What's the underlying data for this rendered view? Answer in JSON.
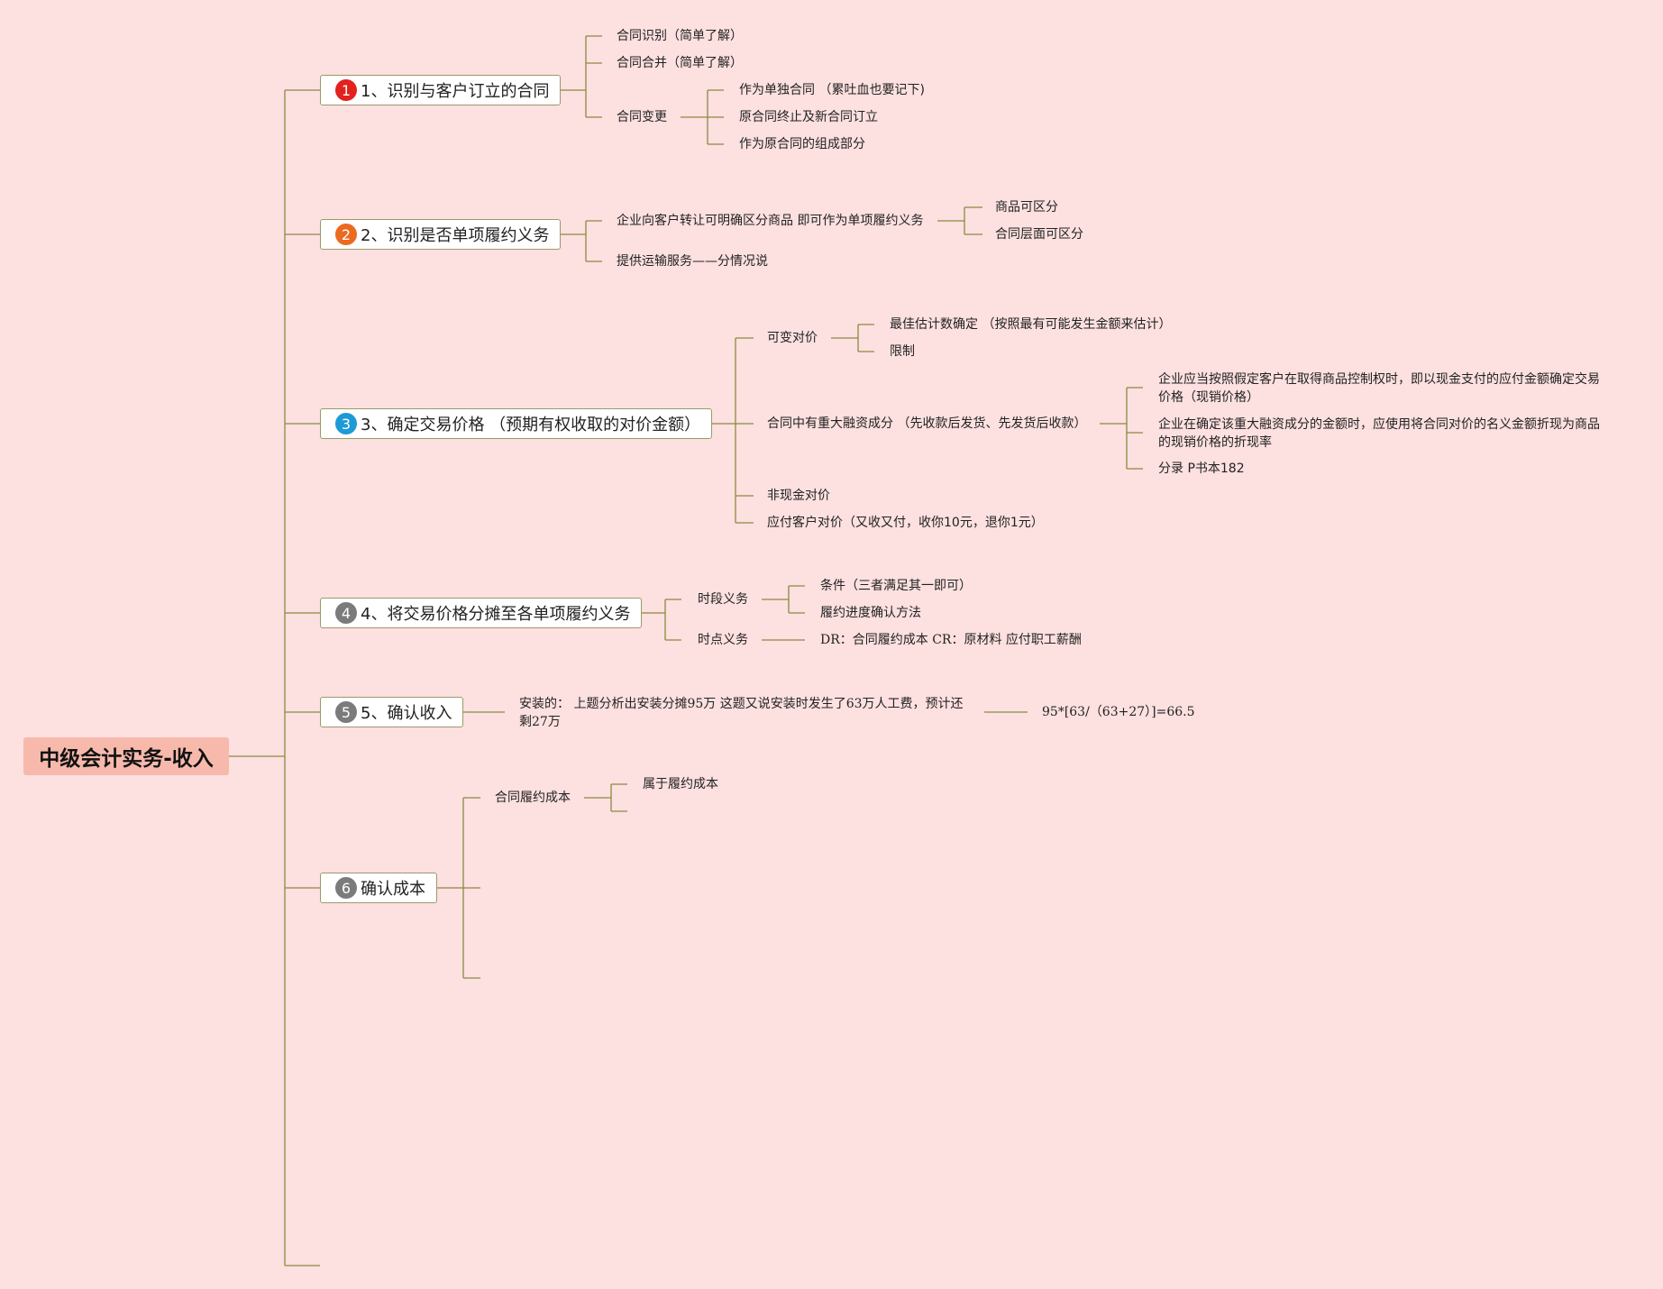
{
  "root": "中级会计实务-收入",
  "colors": {
    "background": "#fde0e0",
    "root_fill": "#f7b9ac",
    "line": "#8a8a40"
  },
  "branches": [
    {
      "badge": "1",
      "badge_color": "#e3221d",
      "label": "1、识别与客户订立的合同",
      "children": {
        "contract_identify": "合同识别（简单了解）",
        "contract_merge": "合同合并（简单了解）",
        "contract_change": "合同变更",
        "change_separate": "作为单独合同 （累吐血也要记下)",
        "change_terminate": "原合同终止及新合同订立",
        "change_part": "作为原合同的组成部分"
      }
    },
    {
      "badge": "2",
      "badge_color": "#ec6a1f",
      "label": "2、识别是否单项履约义务",
      "children": {
        "transfer": "企业向客户转让可明确区分商品 即可作为单项履约义务",
        "goods_distinct": "商品可区分",
        "contract_distinct": "合同层面可区分",
        "transport": "提供运输服务——分情况说"
      }
    },
    {
      "badge": "3",
      "badge_color": "#1e9ad6",
      "label": "3、确定交易价格 （预期有权收取的对价金额）",
      "children": {
        "variable": "可变对价",
        "best_estimate": "最佳估计数确定 （按照最有可能发生金额来估计）",
        "limit": "限制",
        "financing": "合同中有重大融资成分 （先收款后发货、先发货后收款）",
        "fin_1": "企业应当按照假定客户在取得商品控制权时，即以现金支付的应付金额确定交易价格（现销价格）",
        "fin_2": "企业在确定该重大融资成分的金额时，应使用将合同对价的名义金额折现为商品的现销价格的折现率",
        "fin_3": "分录 P书本182",
        "noncash": "非现金对价",
        "payable": "应付客户对价（又收又付，收你10元，退你1元）"
      }
    },
    {
      "badge": "4",
      "badge_color": "#7b7b7b",
      "label": "4、将交易价格分摊至各单项履约义务",
      "children": {
        "period": "时段义务",
        "condition": "条件（三者满足其一即可）",
        "progress": "履约进度确认方法",
        "point": "时点义务",
        "entry": "DR：合同履约成本 CR：原材料 应付职工薪酬"
      }
    },
    {
      "badge": "5",
      "badge_color": "#7b7b7b",
      "label": "5、确认收入",
      "children": {
        "install": "安装的： 上题分析出安装分摊95万 这题又说安装时发生了63万人工费，预计还剩27万",
        "formula": "95*[63/（63+27）]=66.5"
      }
    },
    {
      "badge": "6",
      "badge_color": "#7b7b7b",
      "label": "确认成本",
      "children": {
        "perform_cost": "合同履约成本",
        "belongs": "属于履约成本"
      }
    }
  ]
}
